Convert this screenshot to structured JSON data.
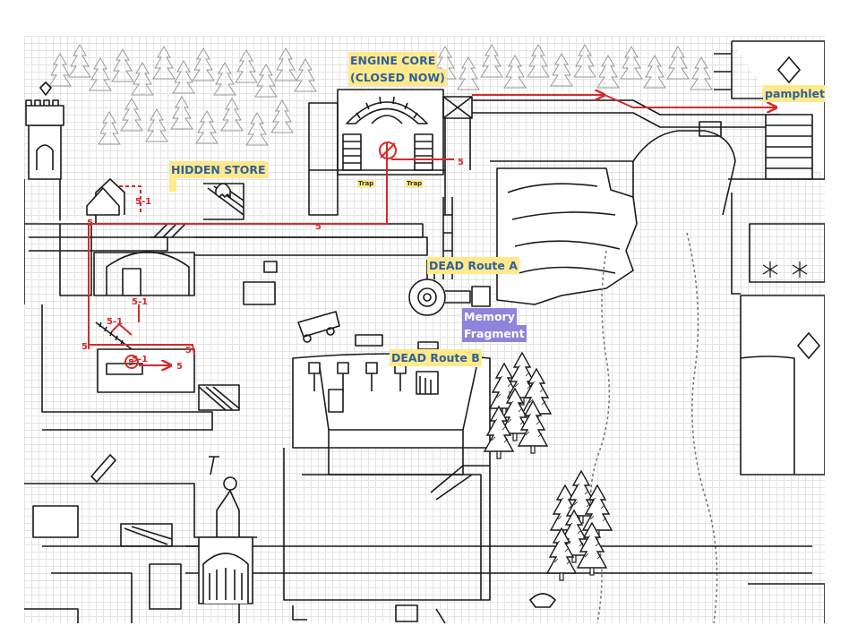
{
  "labels": {
    "engine_core_line1": "ENGINE CORE",
    "engine_core_line2": "(CLOSED NOW)",
    "pamphlet": "pamphlet",
    "hidden_store": "HIDDEN STORE",
    "dead_route_a": "DEAD Route A",
    "memory_line1": "Memory",
    "memory_line2": "Fragment",
    "dead_route_b": "DEAD Route B",
    "trap_left": "Trap",
    "trap_right": "Trap"
  },
  "route_marks": [
    "5",
    "5",
    "5",
    "5-1",
    "5-1",
    "5-1",
    "5-1",
    "5",
    "5",
    "5",
    "5"
  ],
  "icons": [
    "tree-icon",
    "castle-tower-icon",
    "engine-gear-icon",
    "statue-icon",
    "cart-icon",
    "ghost-icon",
    "diamond-sign-icon",
    "no-entry-icon"
  ],
  "colors": {
    "route": "#d62a2a",
    "label_yellow": "#ffe98a",
    "label_text": "#2f5f9c",
    "label_purple": "#8e84dc",
    "ink": "#1a1a1a",
    "grid": "#e4e4e4"
  }
}
